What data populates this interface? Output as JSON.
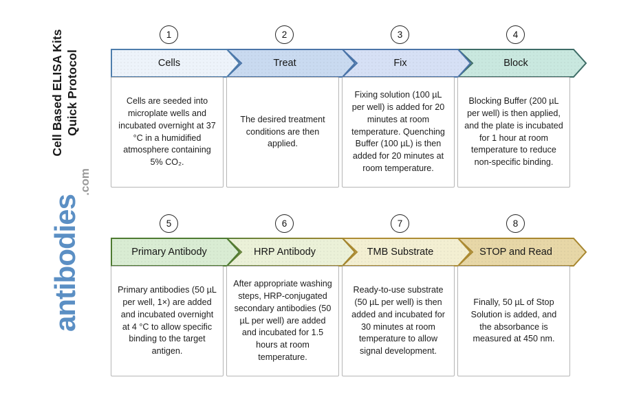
{
  "sidebar": {
    "title_line1": "Cell Based ELISA Kits",
    "title_line2": "Quick Protocol",
    "logo_text": "antibodies",
    "logo_suffix": ".com",
    "logo_color": "#5b8fc4",
    "logo_suffix_color": "#9a9a9a"
  },
  "steps": [
    {
      "number": "1",
      "label": "Cells",
      "description": "Cells are seeded into microplate wells and incubated overnight at 37 °C in a humidified atmosphere containing 5% CO₂.",
      "fill": "#edf3fa",
      "border": "#4e7dac"
    },
    {
      "number": "2",
      "label": "Treat",
      "description": "The desired treatment conditions are then applied.",
      "fill": "#c9daf0",
      "border": "#4a74a8"
    },
    {
      "number": "3",
      "label": "Fix",
      "description": "Fixing solution (100 µL per well) is added for 20 minutes at room temperature. Quenching Buffer (100 µL) is then added for 20 minutes at room temperature.",
      "fill": "#d6e0f5",
      "border": "#4a74a8"
    },
    {
      "number": "4",
      "label": "Block",
      "description": "Blocking Buffer (200 µL per well) is then applied, and the plate is incubated for 1 hour at room temperature to reduce non-specific binding.",
      "fill": "#c9e8df",
      "border": "#3d6c66"
    },
    {
      "number": "5",
      "label": "Primary Antibody",
      "description": "Primary antibodies (50 µL per well, 1×) are added and incubated overnight at 4 °C to allow specific binding to the target antigen.",
      "fill": "#d9ecd3",
      "border": "#4e7a31"
    },
    {
      "number": "6",
      "label": "HRP Antibody",
      "description": "After appropriate washing steps, HRP-conjugated secondary antibodies (50 µL per well) are added and incubated for 1.5 hours at room temperature.",
      "fill": "#ebf1d8",
      "border": "#5d8038",
      "border_right": "#a8872f"
    },
    {
      "number": "7",
      "label": "TMB Substrate",
      "description": "Ready-to-use substrate (50 µL per well) is then added and incubated for 30 minutes at room temperature to allow signal development.",
      "fill": "#f3efd2",
      "border": "#ad8c33"
    },
    {
      "number": "8",
      "label": "STOP and Read",
      "description": "Finally, 50 µL of Stop Solution is added, and the absorbance is measured at 450 nm.",
      "fill": "#e7d7a7",
      "border": "#a8872f"
    }
  ]
}
